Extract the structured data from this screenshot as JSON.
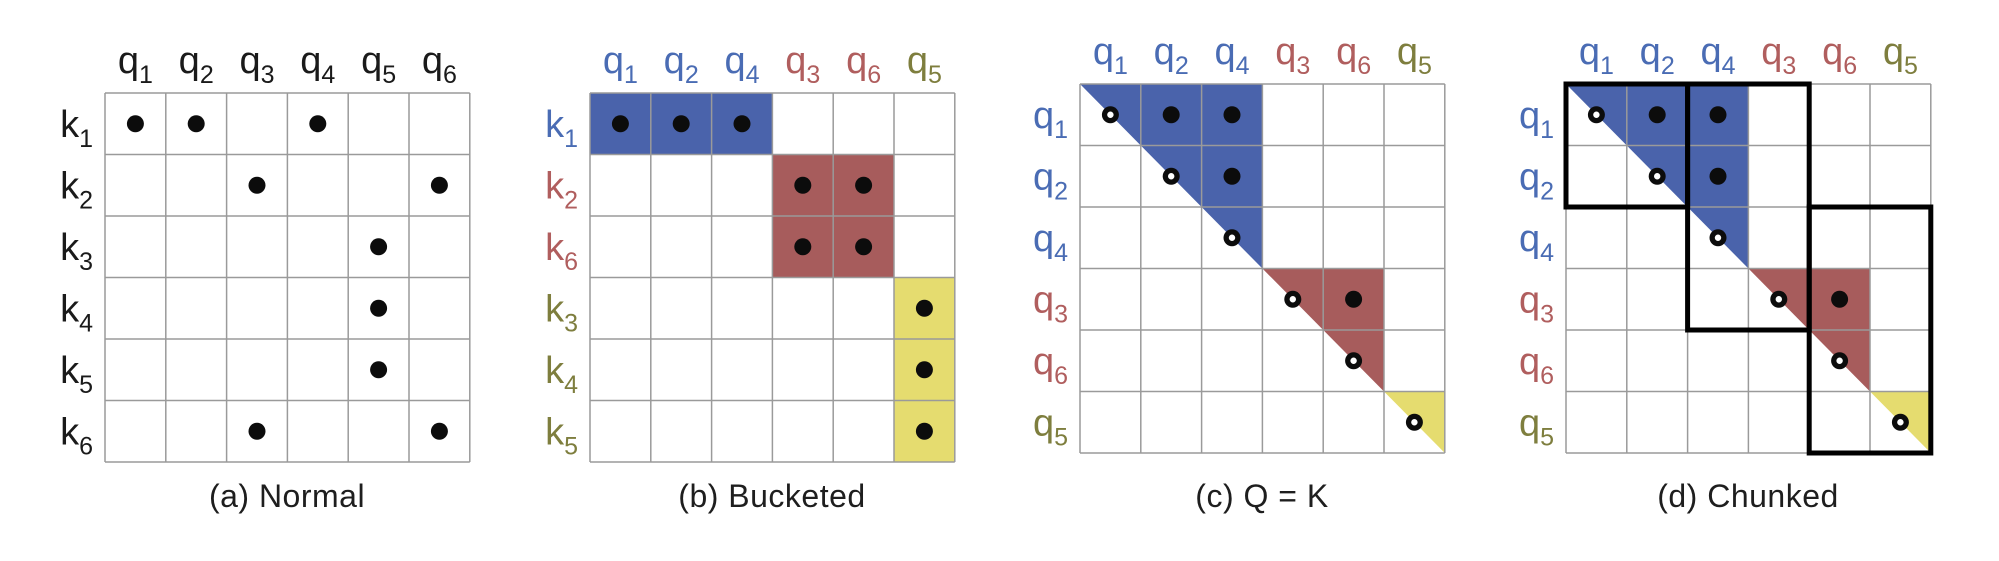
{
  "figure": {
    "palette": {
      "background": "#ffffff",
      "blue_fill": "#4a63ab",
      "red_fill": "#a75c5c",
      "yellow_fill": "#e5dc6f",
      "label_blue": "#4a6cb4",
      "label_red": "#b05e5e",
      "label_olive": "#7e7e3e",
      "label_black": "#1a1a1a",
      "grid_line": "#9a9a9a",
      "dot": "#0c0c0c",
      "dot_center": "#ffffff",
      "chunk_outline": "#000000",
      "caption_color": "#1e1e1e"
    },
    "panels": [
      {
        "id": "a",
        "caption": "(a) Normal",
        "col_labels": [
          {
            "base": "q",
            "sub": "1",
            "color": "black"
          },
          {
            "base": "q",
            "sub": "2",
            "color": "black"
          },
          {
            "base": "q",
            "sub": "3",
            "color": "black"
          },
          {
            "base": "q",
            "sub": "4",
            "color": "black"
          },
          {
            "base": "q",
            "sub": "5",
            "color": "black"
          },
          {
            "base": "q",
            "sub": "6",
            "color": "black"
          }
        ],
        "row_labels": [
          {
            "base": "k",
            "sub": "1",
            "color": "black"
          },
          {
            "base": "k",
            "sub": "2",
            "color": "black"
          },
          {
            "base": "k",
            "sub": "3",
            "color": "black"
          },
          {
            "base": "k",
            "sub": "4",
            "color": "black"
          },
          {
            "base": "k",
            "sub": "5",
            "color": "black"
          },
          {
            "base": "k",
            "sub": "6",
            "color": "black"
          }
        ],
        "regions": [],
        "dots": [
          {
            "r": 0,
            "c": 0,
            "t": "solid"
          },
          {
            "r": 0,
            "c": 1,
            "t": "solid"
          },
          {
            "r": 0,
            "c": 3,
            "t": "solid"
          },
          {
            "r": 1,
            "c": 2,
            "t": "solid"
          },
          {
            "r": 1,
            "c": 5,
            "t": "solid"
          },
          {
            "r": 2,
            "c": 4,
            "t": "solid"
          },
          {
            "r": 3,
            "c": 4,
            "t": "solid"
          },
          {
            "r": 4,
            "c": 4,
            "t": "solid"
          },
          {
            "r": 5,
            "c": 2,
            "t": "solid"
          },
          {
            "r": 5,
            "c": 5,
            "t": "solid"
          }
        ],
        "chunks": []
      },
      {
        "id": "b",
        "caption": "(b) Bucketed",
        "col_labels": [
          {
            "base": "q",
            "sub": "1",
            "color": "blue"
          },
          {
            "base": "q",
            "sub": "2",
            "color": "blue"
          },
          {
            "base": "q",
            "sub": "4",
            "color": "blue"
          },
          {
            "base": "q",
            "sub": "3",
            "color": "red"
          },
          {
            "base": "q",
            "sub": "6",
            "color": "red"
          },
          {
            "base": "q",
            "sub": "5",
            "color": "olive"
          }
        ],
        "row_labels": [
          {
            "base": "k",
            "sub": "1",
            "color": "blue"
          },
          {
            "base": "k",
            "sub": "2",
            "color": "red"
          },
          {
            "base": "k",
            "sub": "6",
            "color": "red"
          },
          {
            "base": "k",
            "sub": "3",
            "color": "olive"
          },
          {
            "base": "k",
            "sub": "4",
            "color": "olive"
          },
          {
            "base": "k",
            "sub": "5",
            "color": "olive"
          }
        ],
        "regions": [
          {
            "shape": "rect",
            "c": 0,
            "r": 0,
            "w": 3,
            "h": 1,
            "fill": "blue"
          },
          {
            "shape": "rect",
            "c": 3,
            "r": 1,
            "w": 2,
            "h": 2,
            "fill": "red"
          },
          {
            "shape": "rect",
            "c": 5,
            "r": 3,
            "w": 1,
            "h": 3,
            "fill": "yellow"
          }
        ],
        "dots": [
          {
            "r": 0,
            "c": 0,
            "t": "solid"
          },
          {
            "r": 0,
            "c": 1,
            "t": "solid"
          },
          {
            "r": 0,
            "c": 2,
            "t": "solid"
          },
          {
            "r": 1,
            "c": 3,
            "t": "solid"
          },
          {
            "r": 1,
            "c": 4,
            "t": "solid"
          },
          {
            "r": 2,
            "c": 3,
            "t": "solid"
          },
          {
            "r": 2,
            "c": 4,
            "t": "solid"
          },
          {
            "r": 3,
            "c": 5,
            "t": "solid"
          },
          {
            "r": 4,
            "c": 5,
            "t": "solid"
          },
          {
            "r": 5,
            "c": 5,
            "t": "solid"
          }
        ],
        "chunks": []
      },
      {
        "id": "c",
        "caption": "(c) Q = K",
        "col_labels": [
          {
            "base": "q",
            "sub": "1",
            "color": "blue"
          },
          {
            "base": "q",
            "sub": "2",
            "color": "blue"
          },
          {
            "base": "q",
            "sub": "4",
            "color": "blue"
          },
          {
            "base": "q",
            "sub": "3",
            "color": "red"
          },
          {
            "base": "q",
            "sub": "6",
            "color": "red"
          },
          {
            "base": "q",
            "sub": "5",
            "color": "olive"
          }
        ],
        "row_labels": [
          {
            "base": "q",
            "sub": "1",
            "color": "blue"
          },
          {
            "base": "q",
            "sub": "2",
            "color": "blue"
          },
          {
            "base": "q",
            "sub": "4",
            "color": "blue"
          },
          {
            "base": "q",
            "sub": "3",
            "color": "red"
          },
          {
            "base": "q",
            "sub": "6",
            "color": "red"
          },
          {
            "base": "q",
            "sub": "5",
            "color": "olive"
          }
        ],
        "regions": [
          {
            "shape": "poly",
            "points": [
              [
                0,
                0
              ],
              [
                3,
                0
              ],
              [
                3,
                3
              ]
            ],
            "fill": "blue"
          },
          {
            "shape": "poly",
            "points": [
              [
                3,
                3
              ],
              [
                5,
                3
              ],
              [
                5,
                5
              ]
            ],
            "fill": "red"
          },
          {
            "shape": "poly",
            "points": [
              [
                5,
                5
              ],
              [
                6,
                5
              ],
              [
                6,
                6
              ]
            ],
            "fill": "yellow"
          }
        ],
        "dots": [
          {
            "r": 0,
            "c": 0,
            "t": "ring"
          },
          {
            "r": 0,
            "c": 1,
            "t": "solid"
          },
          {
            "r": 0,
            "c": 2,
            "t": "solid"
          },
          {
            "r": 1,
            "c": 1,
            "t": "ring"
          },
          {
            "r": 1,
            "c": 2,
            "t": "solid"
          },
          {
            "r": 2,
            "c": 2,
            "t": "ring"
          },
          {
            "r": 3,
            "c": 3,
            "t": "ring"
          },
          {
            "r": 3,
            "c": 4,
            "t": "solid"
          },
          {
            "r": 4,
            "c": 4,
            "t": "ring"
          },
          {
            "r": 5,
            "c": 5,
            "t": "ring"
          }
        ],
        "chunks": []
      },
      {
        "id": "d",
        "caption": "(d) Chunked",
        "col_labels": [
          {
            "base": "q",
            "sub": "1",
            "color": "blue"
          },
          {
            "base": "q",
            "sub": "2",
            "color": "blue"
          },
          {
            "base": "q",
            "sub": "4",
            "color": "blue"
          },
          {
            "base": "q",
            "sub": "3",
            "color": "red"
          },
          {
            "base": "q",
            "sub": "6",
            "color": "red"
          },
          {
            "base": "q",
            "sub": "5",
            "color": "olive"
          }
        ],
        "row_labels": [
          {
            "base": "q",
            "sub": "1",
            "color": "blue"
          },
          {
            "base": "q",
            "sub": "2",
            "color": "blue"
          },
          {
            "base": "q",
            "sub": "4",
            "color": "blue"
          },
          {
            "base": "q",
            "sub": "3",
            "color": "red"
          },
          {
            "base": "q",
            "sub": "6",
            "color": "red"
          },
          {
            "base": "q",
            "sub": "5",
            "color": "olive"
          }
        ],
        "regions": [
          {
            "shape": "poly",
            "points": [
              [
                0,
                0
              ],
              [
                3,
                0
              ],
              [
                3,
                3
              ]
            ],
            "fill": "blue"
          },
          {
            "shape": "poly",
            "points": [
              [
                3,
                3
              ],
              [
                5,
                3
              ],
              [
                5,
                5
              ]
            ],
            "fill": "red"
          },
          {
            "shape": "poly",
            "points": [
              [
                5,
                5
              ],
              [
                6,
                5
              ],
              [
                6,
                6
              ]
            ],
            "fill": "yellow"
          }
        ],
        "dots": [
          {
            "r": 0,
            "c": 0,
            "t": "ring"
          },
          {
            "r": 0,
            "c": 1,
            "t": "solid"
          },
          {
            "r": 0,
            "c": 2,
            "t": "solid"
          },
          {
            "r": 1,
            "c": 1,
            "t": "ring"
          },
          {
            "r": 1,
            "c": 2,
            "t": "solid"
          },
          {
            "r": 2,
            "c": 2,
            "t": "ring"
          },
          {
            "r": 3,
            "c": 3,
            "t": "ring"
          },
          {
            "r": 3,
            "c": 4,
            "t": "solid"
          },
          {
            "r": 4,
            "c": 4,
            "t": "ring"
          },
          {
            "r": 5,
            "c": 5,
            "t": "ring"
          }
        ],
        "chunks": [
          {
            "c": 0,
            "r": 0,
            "w": 2,
            "h": 2
          },
          {
            "c": 2,
            "r": 0,
            "w": 2,
            "h": 4
          },
          {
            "c": 4,
            "r": 2,
            "w": 2,
            "h": 4
          }
        ]
      }
    ]
  }
}
